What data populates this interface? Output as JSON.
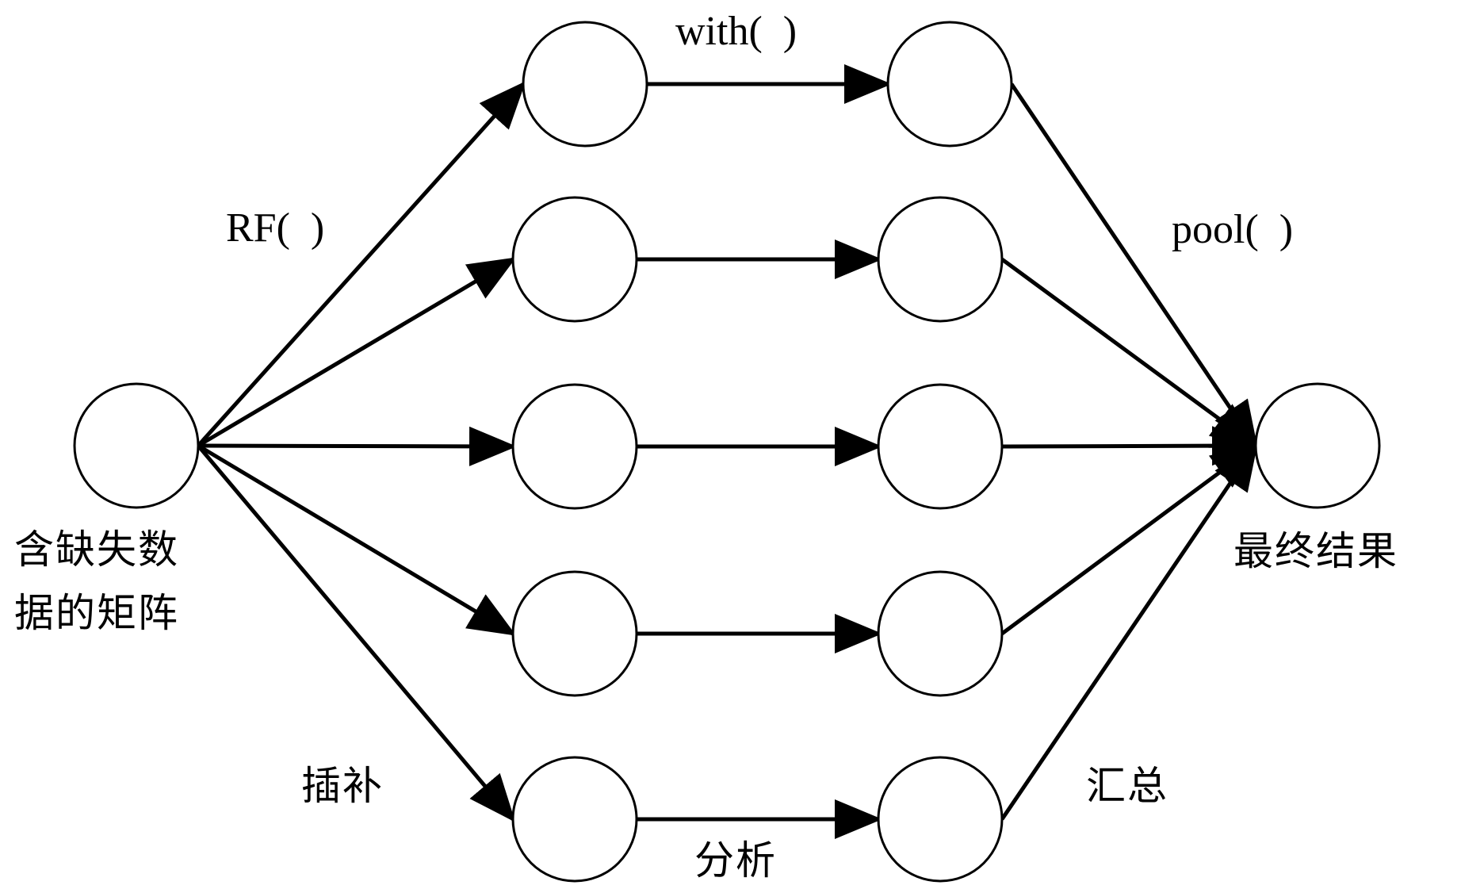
{
  "diagram": {
    "type": "flowchart",
    "description": "Multiple imputation workflow: matrix with missing data is imputed by RF() into 5 datasets, each analyzed with with(), then pooled with pool() into the final result",
    "colors": {
      "stroke": "#000000",
      "background": "#ffffff"
    },
    "nodes": {
      "source": {
        "id": "source",
        "label_line1": "含缺失数",
        "label_line2": "据的矩阵"
      },
      "imputed": [
        {
          "id": "imputed-1"
        },
        {
          "id": "imputed-2"
        },
        {
          "id": "imputed-3"
        },
        {
          "id": "imputed-4"
        },
        {
          "id": "imputed-5"
        }
      ],
      "analyzed": [
        {
          "id": "analyzed-1"
        },
        {
          "id": "analyzed-2"
        },
        {
          "id": "analyzed-3"
        },
        {
          "id": "analyzed-4"
        },
        {
          "id": "analyzed-5"
        }
      ],
      "result": {
        "id": "result",
        "label": "最终结果"
      }
    },
    "edges": [
      {
        "from": "source",
        "to": "imputed-1"
      },
      {
        "from": "source",
        "to": "imputed-2"
      },
      {
        "from": "source",
        "to": "imputed-3"
      },
      {
        "from": "source",
        "to": "imputed-4"
      },
      {
        "from": "source",
        "to": "imputed-5"
      },
      {
        "from": "imputed-1",
        "to": "analyzed-1"
      },
      {
        "from": "imputed-2",
        "to": "analyzed-2"
      },
      {
        "from": "imputed-3",
        "to": "analyzed-3"
      },
      {
        "from": "imputed-4",
        "to": "analyzed-4"
      },
      {
        "from": "imputed-5",
        "to": "analyzed-5"
      },
      {
        "from": "analyzed-1",
        "to": "result"
      },
      {
        "from": "analyzed-2",
        "to": "result"
      },
      {
        "from": "analyzed-3",
        "to": "result"
      },
      {
        "from": "analyzed-4",
        "to": "result"
      },
      {
        "from": "analyzed-5",
        "to": "result"
      }
    ],
    "stage_labels": {
      "impute_function": "RF(  )",
      "impute_caption": "插补",
      "analyze_function": "with(  )",
      "analyze_caption": "分析",
      "pool_function": "pool(  )",
      "pool_caption": "汇总"
    }
  }
}
